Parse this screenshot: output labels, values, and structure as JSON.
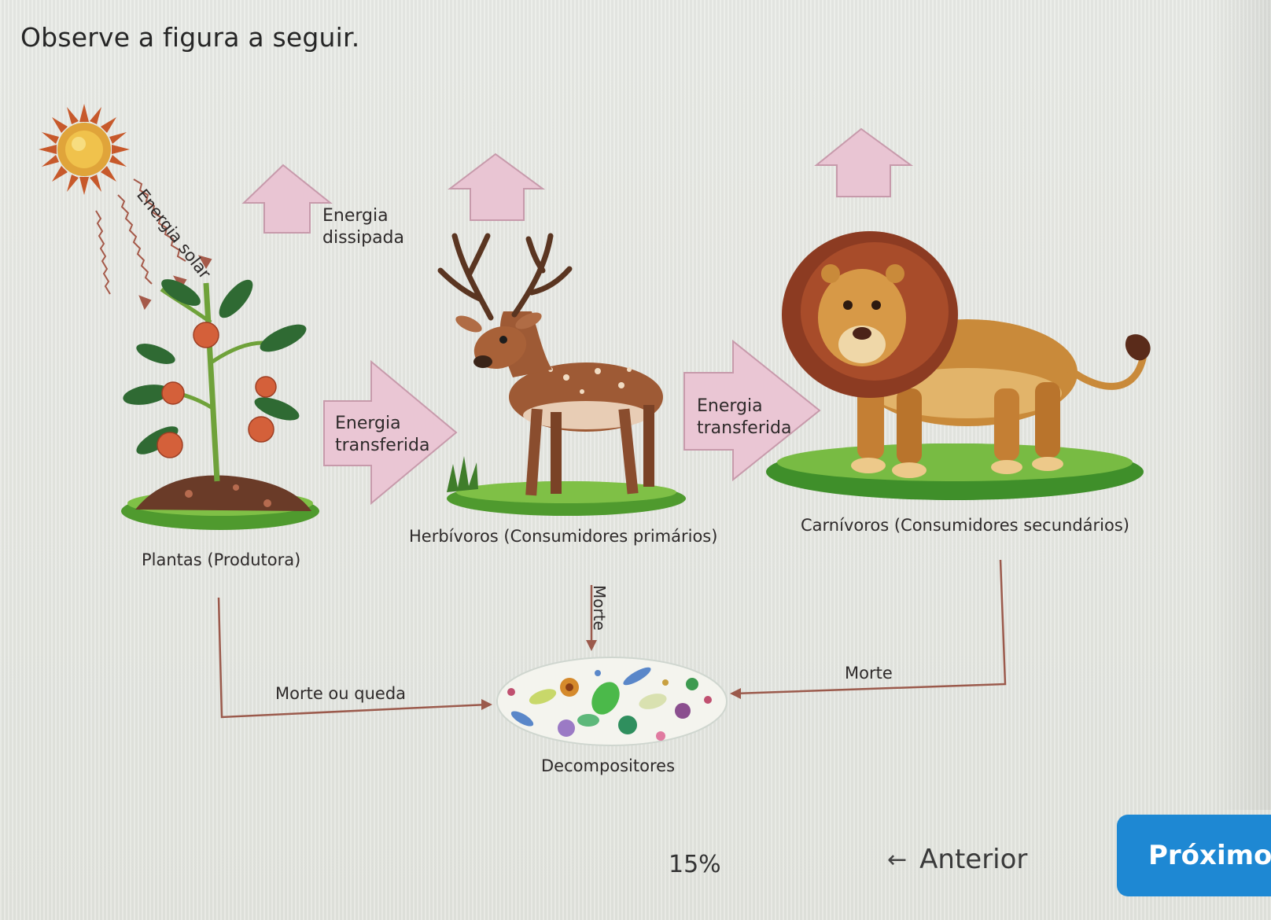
{
  "question": {
    "prompt": "Observe a figura a seguir."
  },
  "figure": {
    "labels": {
      "solar_energy": "Energia solar",
      "dissipated_energy_1": "Energia",
      "dissipated_energy_2": "dissipada",
      "transferred_energy_a_1": "Energia",
      "transferred_energy_a_2": "transferida",
      "transferred_energy_b_1": "Energia",
      "transferred_energy_b_2": "transferida",
      "producers": "Plantas (Produtora)",
      "herbivores": "Herbívoros (Consumidores primários)",
      "carnivores": "Carnívoros (Consumidores secundários)",
      "death_vertical": "Morte",
      "death_fall": "Morte ou queda",
      "death_right": "Morte",
      "decomposers": "Decompositores"
    },
    "icons": [
      "sun-icon",
      "plant-icon",
      "deer-icon",
      "lion-icon",
      "decomposers-icon",
      "up-arrow-icon",
      "right-arrow-icon"
    ],
    "colors": {
      "arrow_pink": "#e9c5d3",
      "arrow_outline": "#c79aab",
      "line_brown": "#9b5a4c"
    }
  },
  "footer": {
    "progress": "15%",
    "prev_arrow": "←",
    "prev_label": "Anterior",
    "next_label": "Próximo"
  },
  "colors": {
    "next_button": "#1e88d3"
  }
}
